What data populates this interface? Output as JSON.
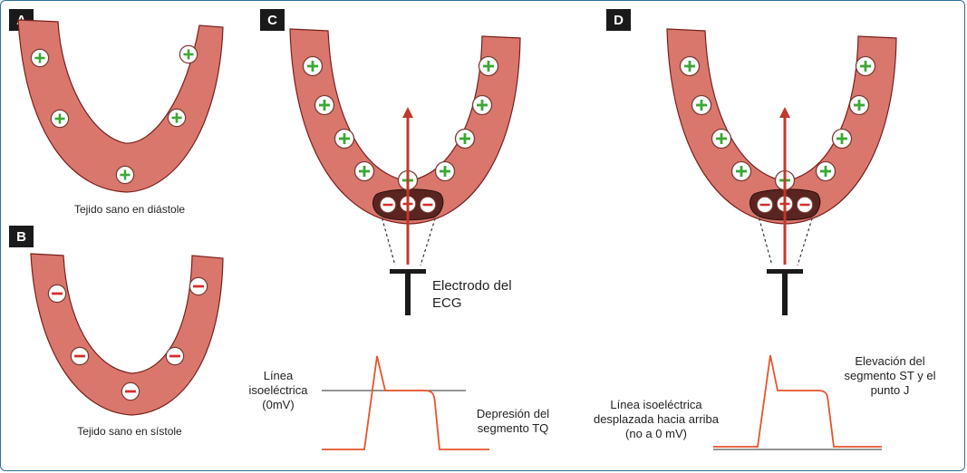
{
  "panels": {
    "a": {
      "letter": "A",
      "caption": "Tejido sano en diástole"
    },
    "b": {
      "letter": "B",
      "caption": "Tejido sano en sístole"
    },
    "c": {
      "letter": "C",
      "electrode_label": [
        "Electrodo del",
        "ECG"
      ],
      "isoelectric_label": [
        "Línea",
        "isoeléctrica",
        "(0mV)"
      ],
      "depression_label": [
        "Depresión del",
        "segmento TQ"
      ]
    },
    "d": {
      "letter": "D",
      "elevation_label": [
        "Elevación del",
        "segmento ST y el",
        "punto J"
      ],
      "shifted_label": [
        "Línea isoeléctrica",
        "desplazada hacia arriba",
        "(no a 0 mV)"
      ]
    }
  },
  "symbols": {
    "positive": "+",
    "negative": "−"
  },
  "colors": {
    "tissue": "#d9776d",
    "tissue_outline": "#7a1f1a",
    "positive": "#3aa935",
    "negative": "#d62b2b",
    "vector": "#c0392b",
    "ecg_trace": "#e8542b",
    "baseline": "#555555",
    "frame": "#2e6f9a"
  }
}
